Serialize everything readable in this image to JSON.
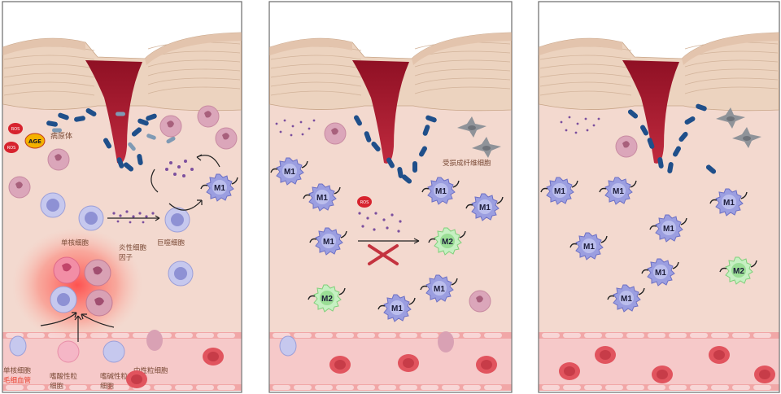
{
  "labels": {
    "pathogen": "病原体",
    "ros": "ROS",
    "age": "AGE",
    "monocyte": "单核细胞",
    "inflammatory_line1": "炎性细胞",
    "inflammatory_line2": "因子",
    "macrophage": "巨噬细胞",
    "damaged_fibroblast": "受损成纤维细胞",
    "capillary_mono": "单核细胞",
    "capillary": "毛细血管",
    "eosinophil_line1": "嗜酸性粒",
    "eosinophil_line2": "细胞",
    "basophil_line1": "嗜碱性粒",
    "basophil_line2": "细胞",
    "neutrophil": "中性粒细胞"
  },
  "cell_tags": {
    "m1": "M1",
    "m2": "M2"
  },
  "colors": {
    "skin": "#f3d9cf",
    "wound": "#a5182d",
    "m1": "#9b9ee0",
    "m2": "#bfeebe",
    "vessel": "#f6c9c9",
    "rbc": "#e1545e",
    "bacteria": "#1f4f8a",
    "label": "#7a4a36",
    "label_red": "#e8412f"
  }
}
